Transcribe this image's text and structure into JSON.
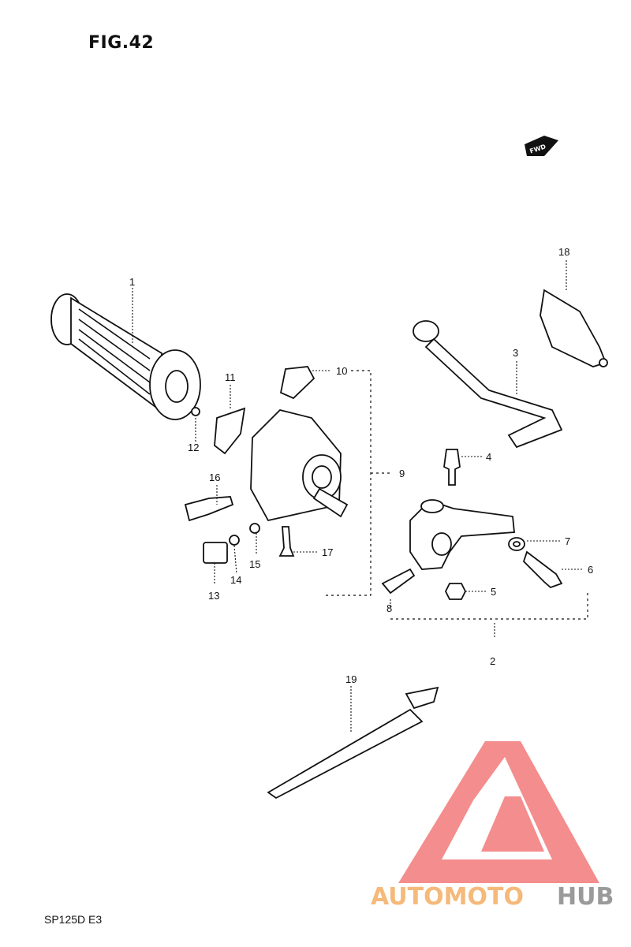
{
  "figure": {
    "title": "FIG.42",
    "model": "SP125D  E3"
  },
  "direction_marker": {
    "label": "FWD",
    "icon": "forward-arrow-icon"
  },
  "parts": [
    {
      "id": "1",
      "label": "1"
    },
    {
      "id": "2",
      "label": "2"
    },
    {
      "id": "3",
      "label": "3"
    },
    {
      "id": "4",
      "label": "4"
    },
    {
      "id": "5",
      "label": "5"
    },
    {
      "id": "6",
      "label": "6"
    },
    {
      "id": "7",
      "label": "7"
    },
    {
      "id": "8",
      "label": "8"
    },
    {
      "id": "9",
      "label": "9"
    },
    {
      "id": "10",
      "label": "10"
    },
    {
      "id": "11",
      "label": "11"
    },
    {
      "id": "12",
      "label": "12"
    },
    {
      "id": "13",
      "label": "13"
    },
    {
      "id": "14",
      "label": "14"
    },
    {
      "id": "15",
      "label": "15"
    },
    {
      "id": "16",
      "label": "16"
    },
    {
      "id": "17",
      "label": "17"
    },
    {
      "id": "18",
      "label": "18"
    },
    {
      "id": "19",
      "label": "19"
    }
  ],
  "watermark": {
    "text_a": "AUTOMOTO",
    "text_b": "HUB",
    "color_a": "#f5b97a",
    "color_b": "#9a9a9a",
    "logo_color": "#f37a7a",
    "icon": "automotohub-logo-icon"
  }
}
